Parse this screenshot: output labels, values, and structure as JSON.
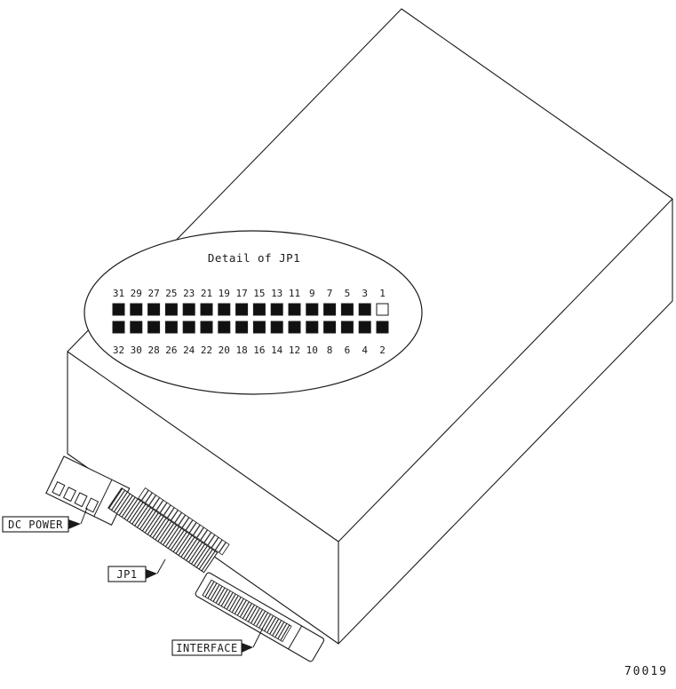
{
  "figure": {
    "number": "70019"
  },
  "callout": {
    "title": "Detail of JP1",
    "open_pin": "1",
    "pin_rows": {
      "top": [
        "31",
        "29",
        "27",
        "25",
        "23",
        "21",
        "19",
        "17",
        "15",
        "13",
        "11",
        "9",
        "7",
        "5",
        "3",
        "1"
      ],
      "bottom": [
        "32",
        "30",
        "28",
        "26",
        "24",
        "22",
        "20",
        "18",
        "16",
        "14",
        "12",
        "10",
        "8",
        "6",
        "4",
        "2"
      ]
    }
  },
  "labels": {
    "dc_power": "DC POWER",
    "jp1": "JP1",
    "interface": "INTERFACE"
  },
  "colors": {
    "ink": "#1a1a1a",
    "paper": "#ffffff",
    "pin_fill": "#111111"
  }
}
